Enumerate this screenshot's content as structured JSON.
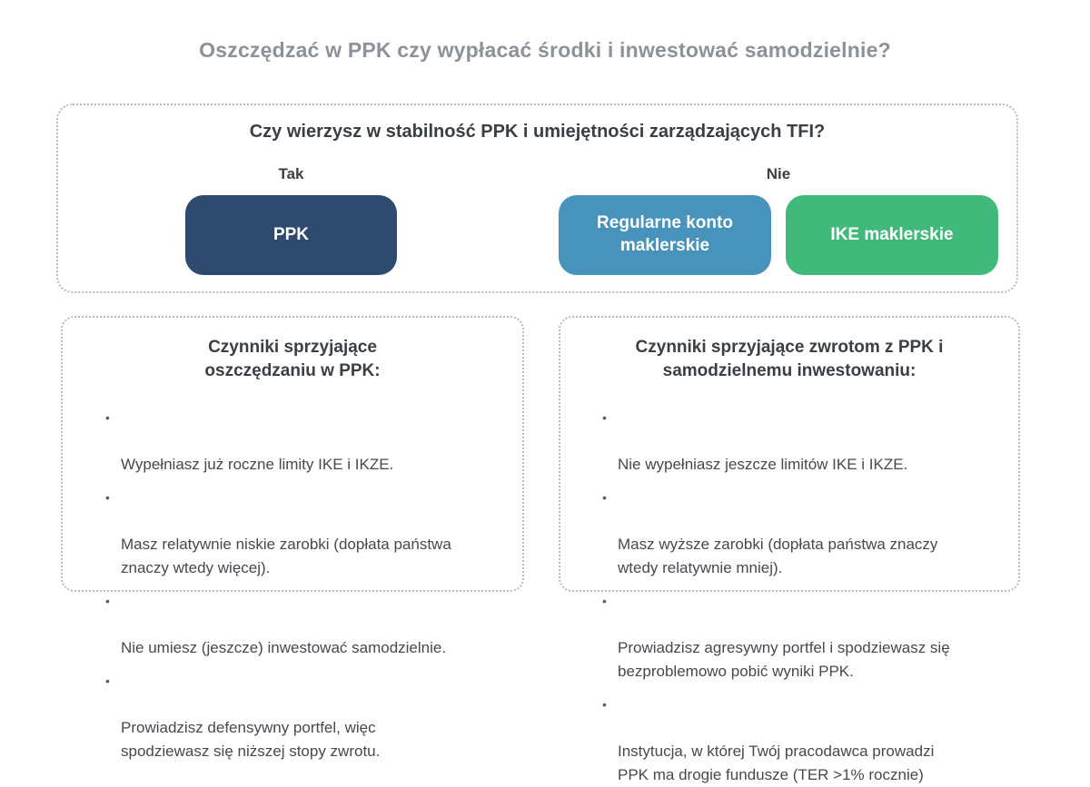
{
  "page": {
    "title": "Oszczędzać w PPK czy wypłacać środki i inwestować samodzielnie?"
  },
  "decision": {
    "question": "Czy wierzysz w stabilność PPK i umiejętności zarządzających TFI?",
    "branch_yes_label": "Tak",
    "branch_no_label": "Nie",
    "nodes": {
      "ppk": {
        "label": "PPK",
        "color": "#2e4a6e"
      },
      "regular_brokerage": {
        "label": "Regularne konto\nmaklerskie",
        "color": "#4793bb"
      },
      "ike_brokerage": {
        "label": "IKE maklerskie",
        "color": "#41b97b"
      }
    }
  },
  "panels": {
    "ppk_factors": {
      "title": "Czynniki sprzyjające\noszczędzaniu w PPK:",
      "bullets": [
        "Wypełniasz już roczne limity IKE i IKZE.",
        "Masz relatywnie niskie zarobki (dopłata państwa\nznaczy wtedy więcej).",
        "Nie umiesz (jeszcze) inwestować samodzielnie.",
        "Prowiadzisz defensywny portfel, więc\nspodziewasz się niższej stopy zwrotu."
      ]
    },
    "self_invest_factors": {
      "title": "Czynniki sprzyjające zwrotom z PPK i\nsamodzielnemu inwestowaniu:",
      "bullets": [
        "Nie wypełniasz jeszcze limitów IKE i IKZE.",
        "Masz wyższe zarobki (dopłata państwa znaczy\nwtedy relatywnie mniej).",
        "Prowiadzisz agresywny portfel i spodziewasz się\nbezproblemowo pobić wyniki PPK.",
        "Instytucja, w której Twój pracodawca prowadzi\nPPK ma drogie fundusze (TER >1% rocznie)"
      ]
    }
  },
  "colors": {
    "dotted_border": "#b6bac0",
    "title_gray": "#8c919a",
    "heading_dark": "#3a3e45",
    "body_text": "#45494f",
    "node_ppk": "#2e4a6e",
    "node_regular_brokerage": "#4793bb",
    "node_ike_brokerage": "#41b97b"
  },
  "icons": {
    "bullet": "•"
  }
}
